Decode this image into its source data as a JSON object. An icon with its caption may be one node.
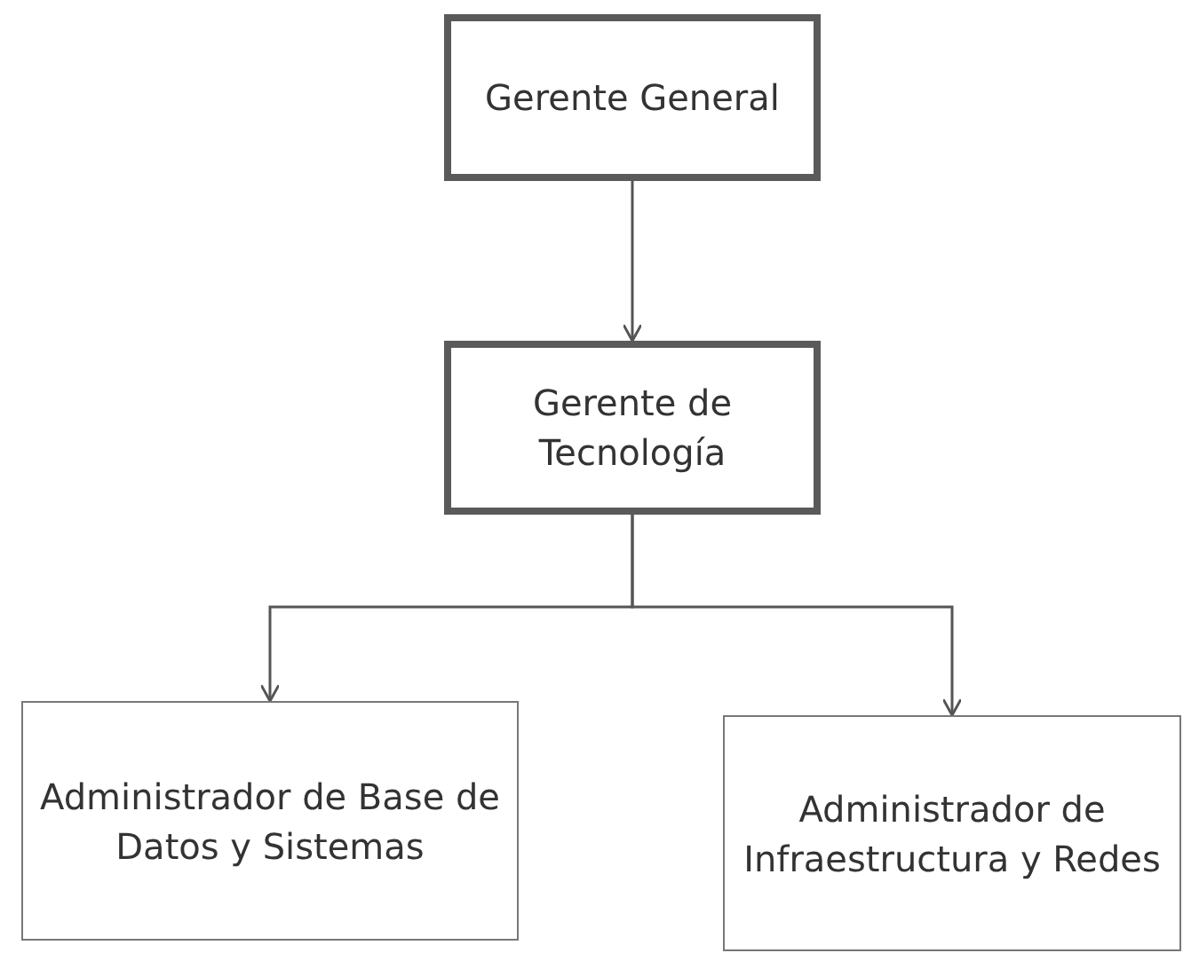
{
  "diagram": {
    "nodes": [
      {
        "text": [
          "Gerente General"
        ]
      },
      {
        "text": [
          "Gerente de Tecnología"
        ]
      },
      {
        "text": [
          "Administrador de Base de Datos y Sistemas"
        ]
      },
      {
        "text": [
          "Administrador de Infraestructura y Redes"
        ]
      }
    ],
    "edges": [
      {
        "from": 0,
        "to": 1,
        "arrow": "to"
      },
      {
        "from": 1,
        "to": 2,
        "arrow": "to"
      },
      {
        "from": 1,
        "to": 3,
        "arrow": "to"
      }
    ]
  }
}
